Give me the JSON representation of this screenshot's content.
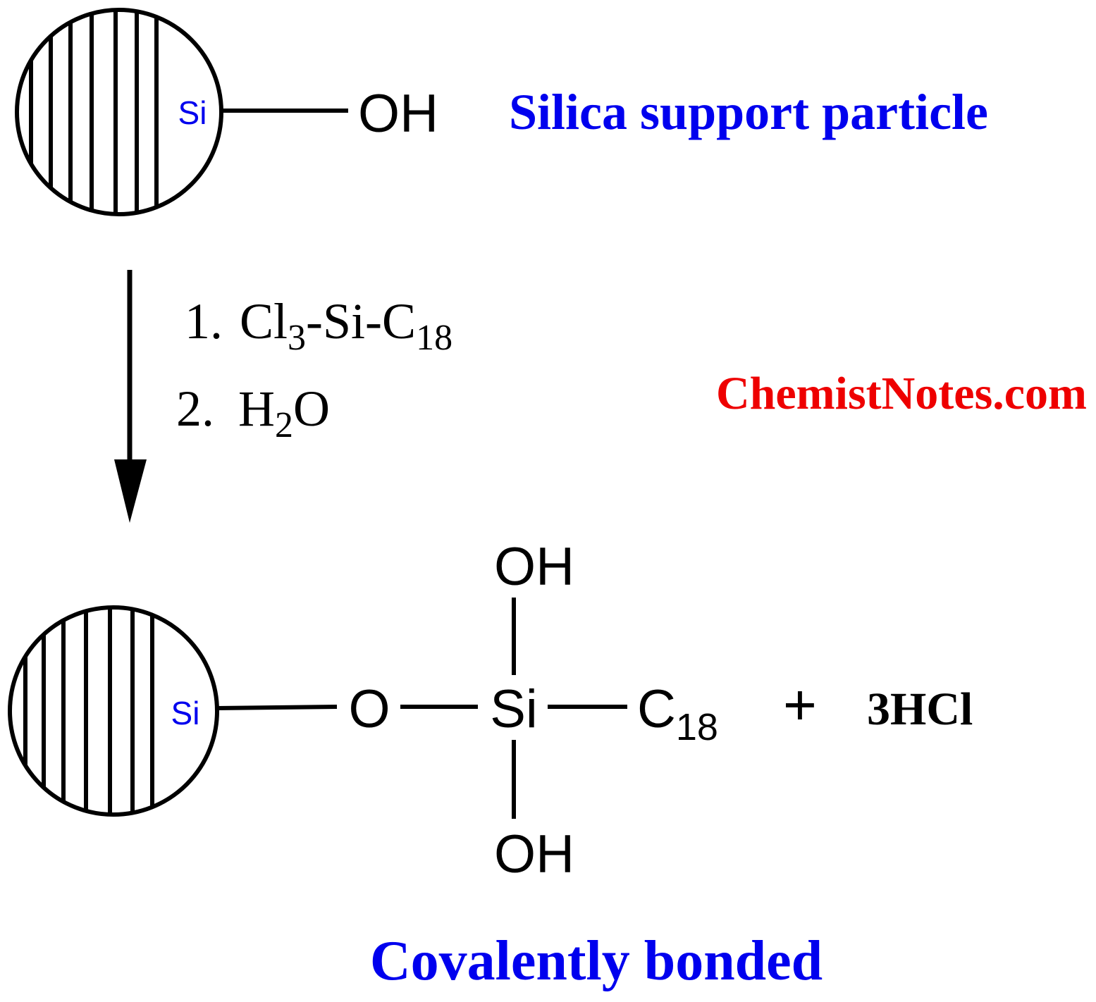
{
  "colors": {
    "ink": "#000000",
    "blue_label": "#0000ee",
    "red_label": "#ee0000"
  },
  "top": {
    "particle_label": "Si",
    "group": "OH",
    "caption": "Silica support particle"
  },
  "reagents": {
    "step1_num": "1.",
    "step1_prefix": "Cl",
    "step1_sub1": "3",
    "step1_mid": "-Si-C",
    "step1_sub2": "18",
    "step2_num": "2.",
    "step2_prefix": "H",
    "step2_sub": "2",
    "step2_suffix": "O"
  },
  "watermark": "ChemistNotes.com",
  "bottom": {
    "particle_label": "Si",
    "oxygen": "O",
    "silicon": "Si",
    "top_group": "OH",
    "bottom_group": "OH",
    "chain": "C",
    "chain_sub": "18",
    "plus": "+",
    "byproduct": "3HCl",
    "caption": "Covalently bonded"
  }
}
